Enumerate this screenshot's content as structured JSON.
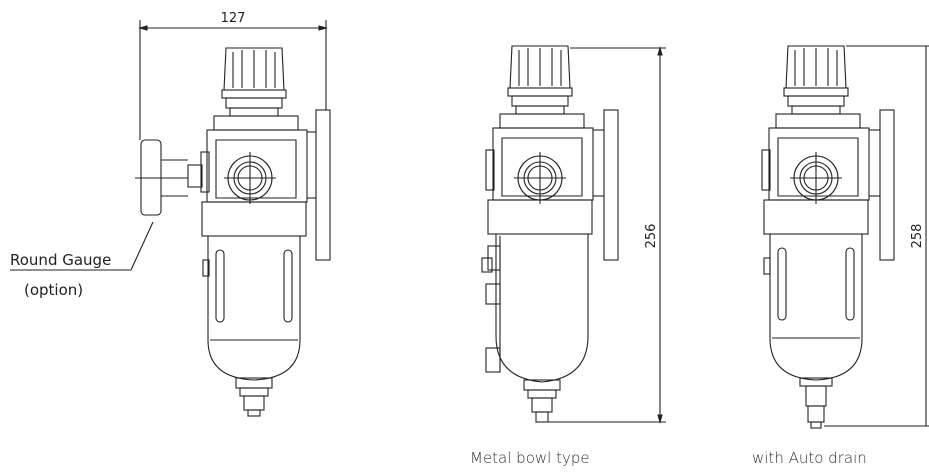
{
  "dimensions": {
    "width_dim": "127",
    "height_metal": "256",
    "height_auto": "258"
  },
  "labels": {
    "gauge_label": "Round Gauge",
    "gauge_option": "(option)"
  },
  "captions": {
    "metal_bowl": "Metal bowl type",
    "auto_drain": "with Auto drain"
  }
}
